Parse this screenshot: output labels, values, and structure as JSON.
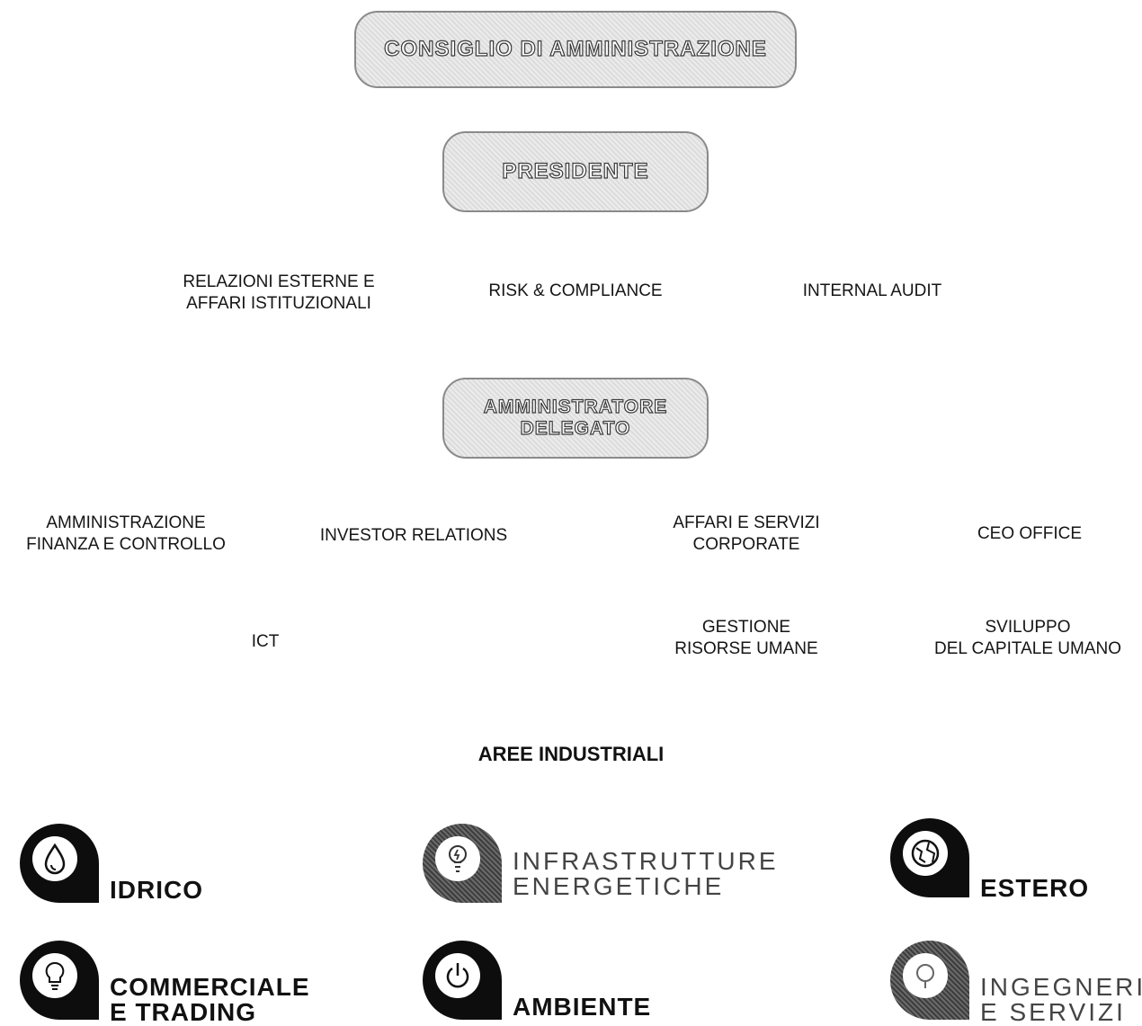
{
  "governance": {
    "board": "CONSIGLIO DI AMMINISTRAZIONE",
    "president": "PRESIDENTE",
    "ceo": "AMMINISTRATORE\nDELEGATO"
  },
  "president_staff": [
    "RELAZIONI ESTERNE E\nAFFARI ISTITUZIONALI",
    "RISK & COMPLIANCE",
    "INTERNAL AUDIT"
  ],
  "ceo_staff_row1": [
    "AMMINISTRAZIONE\nFINANZA E CONTROLLO",
    "INVESTOR RELATIONS",
    "AFFARI E SERVIZI\nCORPORATE",
    "CEO OFFICE"
  ],
  "ceo_staff_row2": [
    "ICT",
    "GESTIONE\nRISORSE UMANE",
    "SVILUPPO\nDEL CAPITALE UMANO"
  ],
  "industrial_areas": {
    "title": "AREE INDUSTRIALI",
    "items": [
      {
        "label": "IDRICO",
        "icon": "water-drop-icon"
      },
      {
        "label": "INFRASTRUTTURE\nENERGETICHE",
        "icon": "bulb-icon"
      },
      {
        "label": "ESTERO",
        "icon": "globe-icon"
      },
      {
        "label": "COMMERCIALE\nE TRADING",
        "icon": "lightbulb-icon"
      },
      {
        "label": "AMBIENTE",
        "icon": "power-icon"
      },
      {
        "label": "INGEGNERIA\nE SERVIZI",
        "icon": "engineering-icon"
      }
    ]
  }
}
